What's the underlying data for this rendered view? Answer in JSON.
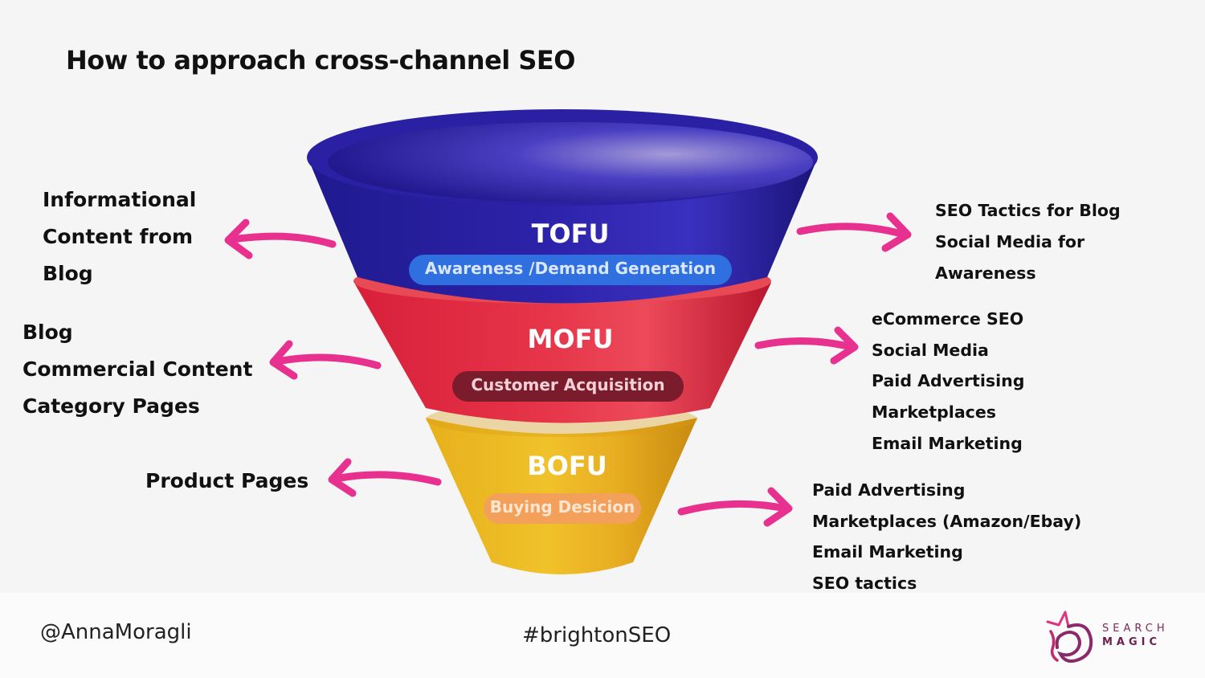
{
  "slide": {
    "title": "How to approach cross-channel SEO"
  },
  "stages": [
    {
      "label": "TOFU",
      "pill": "Awareness /Demand Generation",
      "body_color": "#2d22a8",
      "pill_bg": "#2f6fe0",
      "pill_text_color": "#d9e6ff"
    },
    {
      "label": "MOFU",
      "pill": "Customer Acquisition",
      "body_color": "#e0293f",
      "pill_bg": "#7a1c2c",
      "pill_text_color": "#f4d0d8"
    },
    {
      "label": "BOFU",
      "pill": "Buying Desicion",
      "body_color": "#e9b21c",
      "pill_bg": "#f3a05a",
      "pill_text_color": "#fde6d0"
    }
  ],
  "left_items": [
    [
      "Informational",
      "Content from",
      "Blog"
    ],
    [
      "Blog",
      "Commercial Content",
      "Category Pages"
    ],
    [
      "Product Pages"
    ]
  ],
  "right_items": [
    [
      "SEO Tactics for Blog",
      "Social Media for",
      "Awareness"
    ],
    [
      "eCommerce SEO",
      "Social Media",
      "Paid Advertising",
      "Marketplaces",
      "Email Marketing"
    ],
    [
      "Paid Advertising",
      "Marketplaces (Amazon/Ebay)",
      "Email Marketing",
      "SEO tactics"
    ]
  ],
  "arrow_color": "#e8308f",
  "footer": {
    "handle": "@AnnaMoragli",
    "hashtag": "#brightonSEO"
  },
  "logo": {
    "line1": "SEARCH",
    "line2": "MAGIC",
    "icon": "unicorn-logo-icon"
  }
}
